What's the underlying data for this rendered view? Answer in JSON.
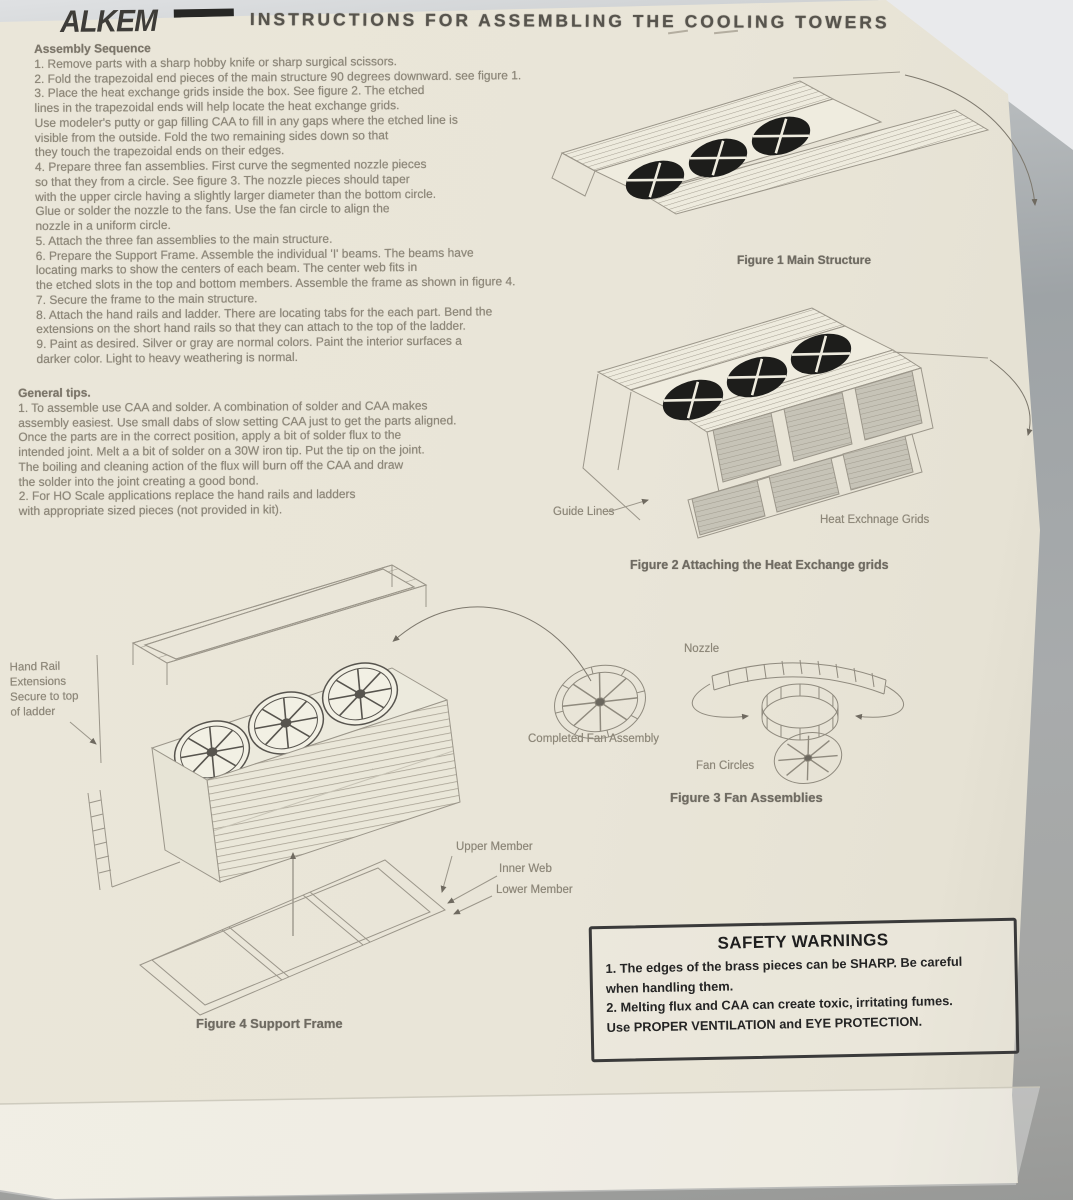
{
  "photo": {
    "background_color": "#a6aaac",
    "paper_color": "#e9e5d8",
    "faded_ink_color": "#8d8779",
    "dark_ink_color": "#242424"
  },
  "header": {
    "brand": "ALKEM",
    "title": "INSTRUCTIONS FOR ASSEMBLING THE COOLING TOWERS"
  },
  "assembly_sequence": {
    "heading": "Assembly Sequence",
    "lines": [
      "1.  Remove parts with a sharp hobby knife or sharp surgical scissors.",
      "2.  Fold the trapezoidal end pieces of the main structure 90 degrees downward.  see figure 1.",
      "3.  Place the heat exchange grids inside the box.  See figure 2.  The etched",
      "lines in the trapezoidal ends will help locate the heat exchange grids.",
      "Use modeler's putty or gap filling CAA to fill in any gaps where the etched line is",
      "visible from the outside.  Fold the two remaining sides down so that",
      "they touch the trapezoidal ends on their edges.",
      "4. Prepare three fan assemblies.  First curve the segmented nozzle pieces",
      "so that they from a circle.  See figure 3. The nozzle pieces should taper",
      "with the upper circle having a slightly larger diameter than the bottom circle.",
      "Glue or solder the nozzle  to the fans.  Use the fan circle to align the",
      "nozzle in a uniform circle.",
      "5. Attach the three fan assemblies to the main structure.",
      "6. Prepare the Support Frame. Assemble the individual 'I' beams. The beams have",
      "locating marks to show the centers of each beam. The center web fits in",
      "the etched slots in the top and bottom members. Assemble the frame as shown in figure 4.",
      "7. Secure the frame to the main structure.",
      "8. Attach the hand rails and ladder. There are locating tabs for the each part. Bend the",
      "extensions on the short hand rails so that they can attach to the top of the ladder.",
      "9. Paint as desired. Silver or gray are normal colors. Paint the interior surfaces a",
      "darker color. Light to heavy weathering is normal."
    ]
  },
  "general_tips": {
    "heading": "General tips.",
    "lines": [
      "1. To  assemble use CAA and  solder.  A combination of solder and CAA makes",
      "assembly easiest. Use small dabs of slow setting CAA just to get the parts aligned.",
      "Once the parts are in the correct position, apply a bit of solder flux to the",
      "intended joint. Melt a a bit of solder on a 30W iron tip. Put the tip on the joint.",
      "The boiling and cleaning  action of the flux will burn off the CAA and draw",
      "the solder into the joint creating a good bond.",
      "2. For HO Scale applications replace the hand rails and ladders",
      "with appropriate sized pieces (not provided in kit)."
    ]
  },
  "figure1": {
    "caption": "Figure 1 Main Structure"
  },
  "figure2": {
    "caption": "Figure 2 Attaching the Heat Exchange grids",
    "labels": {
      "guide_lines": "Guide Lines",
      "heat_exchange_grids": "Heat Exchnage Grids"
    }
  },
  "figure3": {
    "caption": "Figure 3 Fan Assemblies",
    "labels": {
      "nozzle": "Nozzle",
      "completed_fan_assembly": "Completed Fan Assembly",
      "fan_circles": "Fan Circles"
    }
  },
  "figure4": {
    "caption": "Figure 4 Support Frame",
    "labels": {
      "upper_member": "Upper Member",
      "inner_web": "Inner Web",
      "lower_member": "Lower Member"
    }
  },
  "main_drawing": {
    "handrail_label_lines": [
      "Hand Rail",
      "Extensions",
      "Secure to top",
      "of ladder"
    ]
  },
  "safety_warnings": {
    "title": "SAFETY WARNINGS",
    "lines": [
      "1. The edges of the brass pieces can be SHARP.  Be careful",
      "when handling them.",
      "2. Melting flux and CAA  can create toxic, irritating fumes.",
      "Use PROPER VENTILATION and EYE PROTECTION."
    ]
  }
}
